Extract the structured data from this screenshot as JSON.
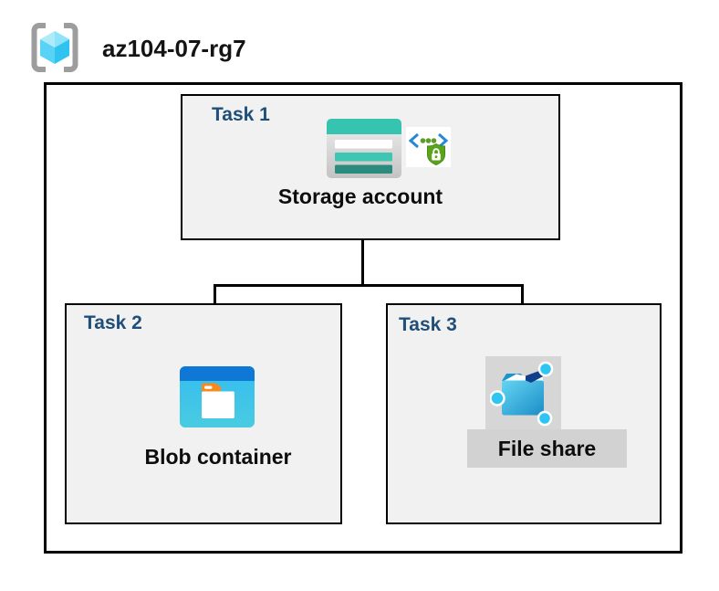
{
  "header": {
    "resource_group_name": "az104-07-rg7",
    "icon": "resource-group-icon"
  },
  "tasks": [
    {
      "label": "Task 1",
      "item": "Storage account",
      "icons": [
        "storage-account-icon",
        "sas-lock-icon"
      ]
    },
    {
      "label": "Task 2",
      "item": "Blob container",
      "icons": [
        "blob-container-icon"
      ]
    },
    {
      "label": "Task 3",
      "item": "File share",
      "icons": [
        "file-share-icon"
      ]
    }
  ],
  "connections": [
    {
      "from": "Storage account",
      "to": "Blob container"
    },
    {
      "from": "Storage account",
      "to": "File share"
    }
  ],
  "colors": {
    "task_label_navy": "#1f4e79",
    "box_fill_gray": "#f1f1f1",
    "boundary_black": "#000000",
    "storage_teal": "#36c4b0",
    "storage_dark_teal": "#2b8b7f",
    "blob_header_blue": "#0f78d7",
    "blob_body_cyan": "#33bdef",
    "folder_tab_orange": "#f68a1f",
    "sas_bracket_blue": "#2787d8",
    "sas_shield_green": "#5ca31d",
    "fileshare_navy": "#123f8c",
    "fileshare_node_cyan": "#2ec5f3",
    "icon_highlight_gray": "#d6d6d6",
    "rg_cube_cyan": "#59d3f5",
    "rg_bracket_gray": "#9d9d9d"
  }
}
